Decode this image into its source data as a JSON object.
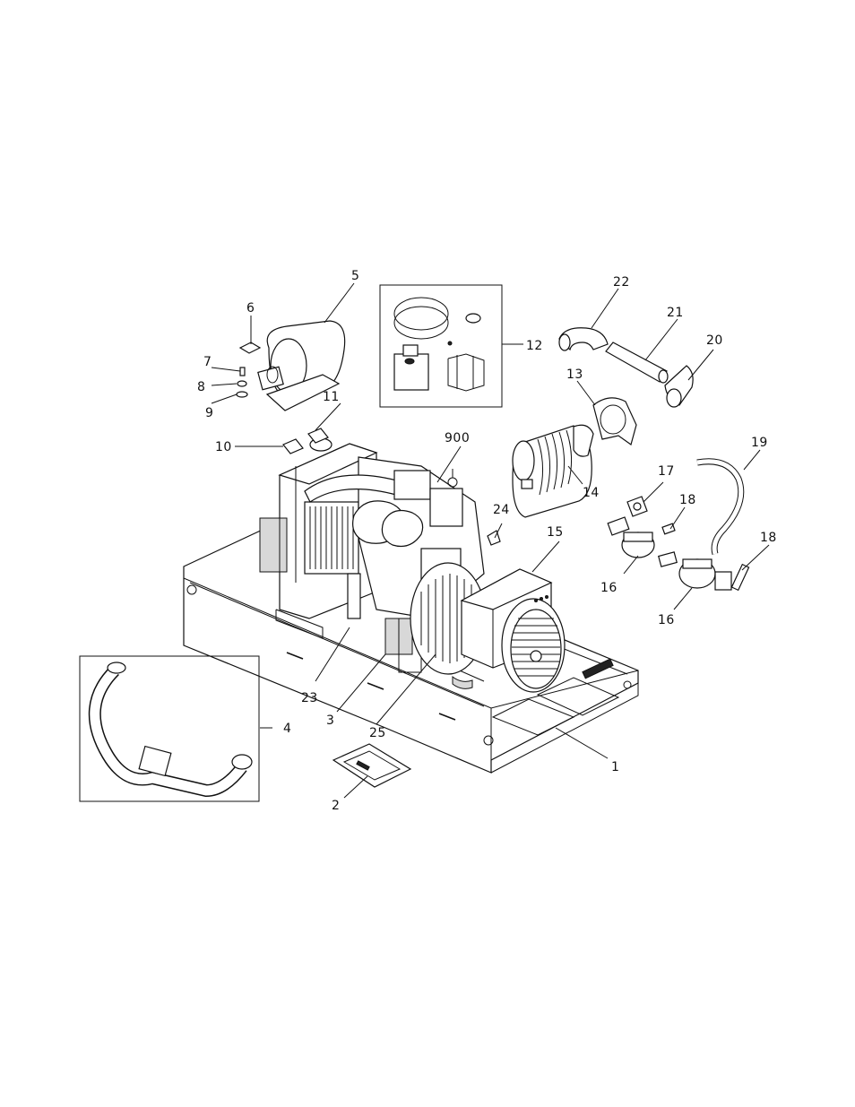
{
  "callouts": [
    {
      "id": "c1",
      "text": "1"
    },
    {
      "id": "c2",
      "text": "2"
    },
    {
      "id": "c3",
      "text": "3"
    },
    {
      "id": "c4",
      "text": "4"
    },
    {
      "id": "c5",
      "text": "5"
    },
    {
      "id": "c6",
      "text": "6"
    },
    {
      "id": "c7",
      "text": "7"
    },
    {
      "id": "c8",
      "text": "8"
    },
    {
      "id": "c9",
      "text": "9"
    },
    {
      "id": "c10",
      "text": "10"
    },
    {
      "id": "c11",
      "text": "11"
    },
    {
      "id": "c12",
      "text": "12"
    },
    {
      "id": "c13",
      "text": "13"
    },
    {
      "id": "c14",
      "text": "14"
    },
    {
      "id": "c15",
      "text": "15"
    },
    {
      "id": "c16a",
      "text": "16"
    },
    {
      "id": "c16b",
      "text": "16"
    },
    {
      "id": "c17",
      "text": "17"
    },
    {
      "id": "c18a",
      "text": "18"
    },
    {
      "id": "c18b",
      "text": "18"
    },
    {
      "id": "c19",
      "text": "19"
    },
    {
      "id": "c20",
      "text": "20"
    },
    {
      "id": "c21",
      "text": "21"
    },
    {
      "id": "c22",
      "text": "22"
    },
    {
      "id": "c23",
      "text": "23"
    },
    {
      "id": "c24",
      "text": "24"
    },
    {
      "id": "c25",
      "text": "25"
    },
    {
      "id": "c900",
      "text": "900"
    }
  ]
}
